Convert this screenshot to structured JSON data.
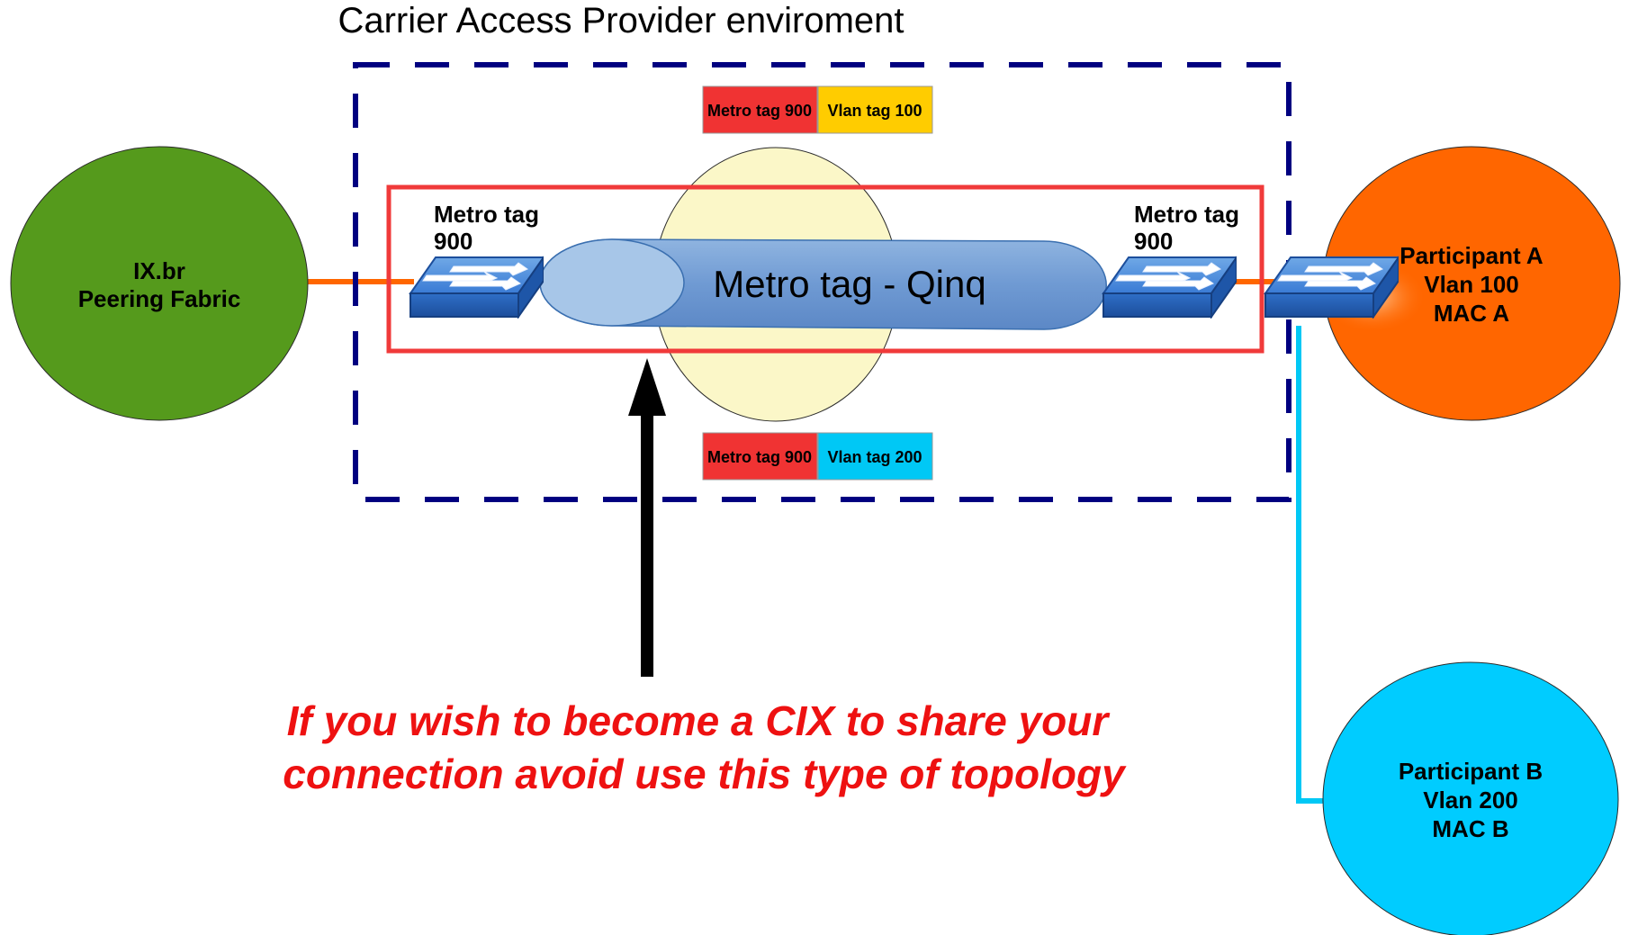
{
  "title": "Carrier Access Provider enviroment",
  "ix_node": {
    "line1": "IX.br",
    "line2": "Peering Fabric",
    "color": "#559a1c"
  },
  "switch_left_label": {
    "line1": "Metro tag",
    "line2": "900"
  },
  "switch_right_label": {
    "line1": "Metro tag",
    "line2": "900"
  },
  "tunnel_label": "Metro tag - Qinq",
  "tag_top": {
    "metro": "Metro tag 900",
    "vlan": "Vlan tag 100",
    "metro_color": "#f03333",
    "vlan_color": "#ffcc00"
  },
  "tag_bottom": {
    "metro": "Metro tag 900",
    "vlan": "Vlan tag 200",
    "metro_color": "#f03333",
    "vlan_color": "#00c8f5"
  },
  "participant_a": {
    "line1": "Participant A",
    "line2": "Vlan 100",
    "line3": "MAC A",
    "color": "#ff6600"
  },
  "participant_b": {
    "line1": "Participant B",
    "line2": "Vlan 200",
    "line3": "MAC B",
    "color": "#00ccff"
  },
  "warning": {
    "line1": "If you wish to become a CIX to share your",
    "line2": "connection avoid use this type of topology",
    "color": "#ee1111"
  },
  "colors": {
    "boundary": "#000080",
    "highlight_box": "#f03a3a",
    "orange_link": "#ff6600",
    "cyan_link": "#00c8f5",
    "cloud": "#fbf7c8"
  }
}
